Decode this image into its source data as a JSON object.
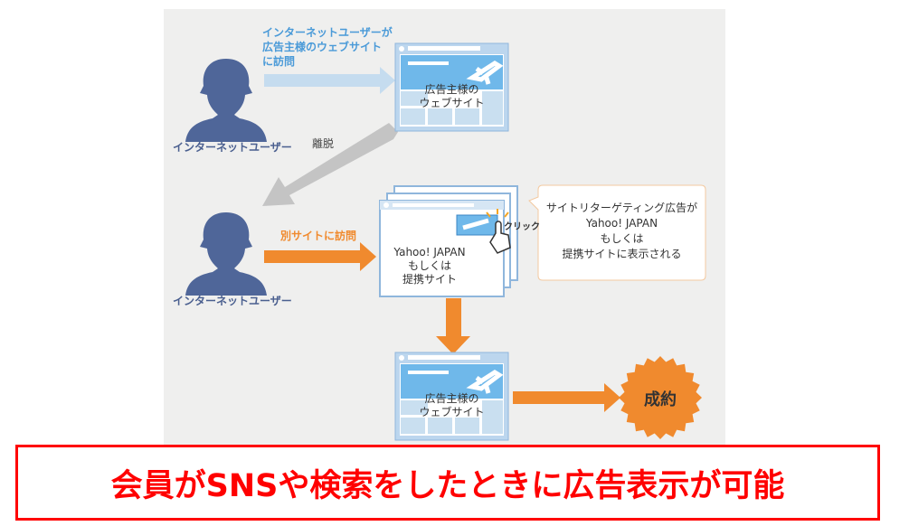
{
  "step1": {
    "caption": [
      "インターネットユーザーが",
      "広告主様のウェブサイト",
      "に訪問"
    ],
    "user_label": "インターネットユーザー",
    "site_label": [
      "広告主様の",
      "ウェブサイト"
    ]
  },
  "leave_label": "離脱",
  "step2": {
    "caption": "別サイトに訪問",
    "user_label": "インターネットユーザー",
    "site_label": [
      "Yahoo! JAPAN",
      "もしくは",
      "提携サイト"
    ],
    "click_label": "クリック"
  },
  "callout": [
    "サイトリターゲティング広告が",
    "Yahoo! JAPAN",
    "もしくは",
    "提携サイトに表示される"
  ],
  "step3": {
    "site_label": [
      "広告主様の",
      "ウェブサイト"
    ],
    "result": "成約"
  },
  "banner": "会員がSNSや検索をしたときに広告表示が可能",
  "colors": {
    "blue": "#4a9ad8",
    "orange": "#f08a2e",
    "user": "#4a5f8f",
    "red": "#ff0000"
  }
}
